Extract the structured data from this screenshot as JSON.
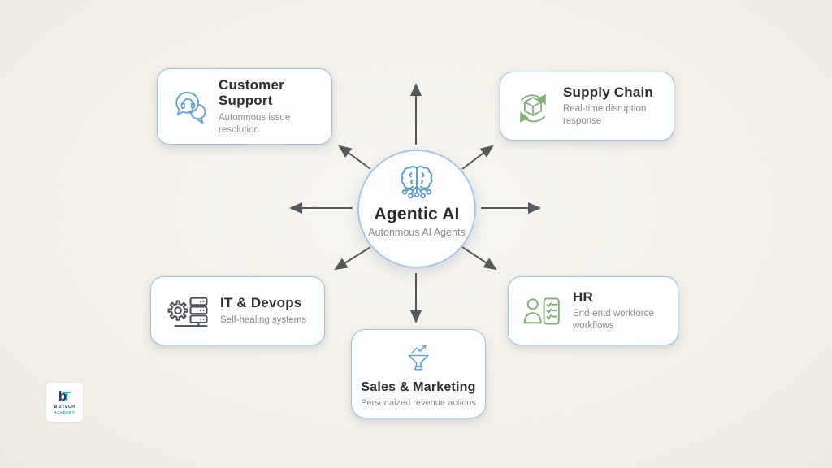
{
  "center": {
    "title": "Agentic AI",
    "subtitle": "Autonmous AI Agents",
    "icon": "ai-brain-icon"
  },
  "nodes": [
    {
      "id": "customer-support",
      "title": "Customer Support",
      "subtitle": "Autonmous issue resolution",
      "icon": "headset-chat-icon",
      "icon_color": "#66a1d3"
    },
    {
      "id": "supply-chain",
      "title": "Supply Chain",
      "subtitle": "Real-time disruption response",
      "icon": "box-cycle-icon",
      "icon_color": "#80ad72"
    },
    {
      "id": "it-devops",
      "title": "IT & Devops",
      "subtitle": "Self-healing systems",
      "icon": "gear-server-icon",
      "icon_color": "#4b5055"
    },
    {
      "id": "hr",
      "title": "HR",
      "subtitle": "End-entd workforce workflows",
      "icon": "person-checklist-icon",
      "icon_color": "#80ad72"
    },
    {
      "id": "sales-marketing",
      "title": "Sales & Marketing",
      "subtitle": "Personaized revenue actions",
      "icon": "funnel-growth-icon",
      "icon_color": "#66a1d3"
    }
  ],
  "logo": {
    "monogram_b": "b",
    "monogram_t": "T",
    "name": "BIZTECH",
    "sub": "ACADEMY"
  },
  "colors": {
    "background": "#f3f0e9",
    "box_fill": "#fcfdfe",
    "box_border": "#a6c0dc",
    "circle_border": "#a8c7e6",
    "title_text": "#2e2e30",
    "subtitle_text": "#8b8b8b",
    "arrow": "#54585c",
    "blue_icon": "#66a1d3",
    "green_icon": "#80ad72",
    "dark_icon": "#4b5055",
    "logo_navy": "#232e74",
    "logo_teal": "#17b5a0"
  }
}
